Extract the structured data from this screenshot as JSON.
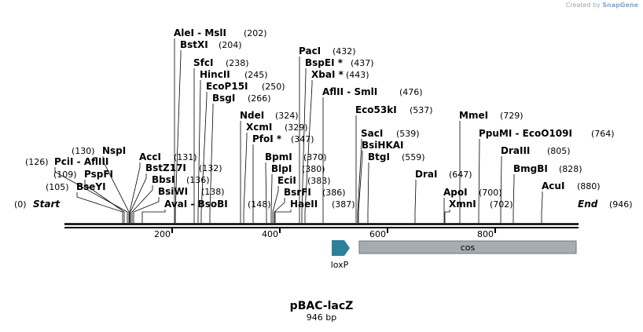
{
  "credit": {
    "prefix": "Created by",
    "logo_text": "SnapGene"
  },
  "plasmid": {
    "name": "pBAC-lacZ",
    "size_label": "946 bp"
  },
  "ends": {
    "start": {
      "label": "Start",
      "position": "(0)"
    },
    "end": {
      "label": "End",
      "position": "(946)"
    }
  },
  "ruler": {
    "ticks": [
      "200",
      "400",
      "600",
      "800"
    ]
  },
  "features": [
    {
      "name": "loxP",
      "kind": "arrow"
    },
    {
      "name": "cos",
      "kind": "box"
    }
  ],
  "sites": [
    {
      "name": "BseYI",
      "pos": "(105)"
    },
    {
      "name": "PspFI",
      "pos": "(109)"
    },
    {
      "name": "PciI - AflIII",
      "pos": "(126)"
    },
    {
      "name": "NspI",
      "pos": "(130)"
    },
    {
      "name": "AccI",
      "pos": "(131)"
    },
    {
      "name": "BstZ17I",
      "pos": "(132)"
    },
    {
      "name": "BbsI",
      "pos": "(136)"
    },
    {
      "name": "BsiWI",
      "pos": "(138)"
    },
    {
      "name": "AvaI - BsoBI",
      "pos": "(148)"
    },
    {
      "name": "AleI - MslI",
      "pos": "(202)"
    },
    {
      "name": "BstXI",
      "pos": "(204)"
    },
    {
      "name": "SfcI",
      "pos": "(238)"
    },
    {
      "name": "HincII",
      "pos": "(245)"
    },
    {
      "name": "EcoP15I",
      "pos": "(250)"
    },
    {
      "name": "BsgI",
      "pos": "(266)"
    },
    {
      "name": "NdeI",
      "pos": "(324)"
    },
    {
      "name": "XcmI",
      "pos": "(329)"
    },
    {
      "name": "PfoI *",
      "pos": "(347)"
    },
    {
      "name": "BpmI",
      "pos": "(370)"
    },
    {
      "name": "BlpI",
      "pos": "(380)"
    },
    {
      "name": "EciI",
      "pos": "(383)"
    },
    {
      "name": "BsrFI",
      "pos": "(386)"
    },
    {
      "name": "HaeII",
      "pos": "(387)"
    },
    {
      "name": "PacI",
      "pos": "(432)"
    },
    {
      "name": "BspEI *",
      "pos": "(437)"
    },
    {
      "name": "XbaI *",
      "pos": "(443)"
    },
    {
      "name": "AflII - SmlI",
      "pos": "(476)"
    },
    {
      "name": "Eco53kI",
      "pos": "(537)"
    },
    {
      "name": "SacI",
      "pos": "(539)"
    },
    {
      "name": "BsiHKAI",
      "pos": ""
    },
    {
      "name": "BtgI",
      "pos": "(559)"
    },
    {
      "name": "DraI",
      "pos": "(647)"
    },
    {
      "name": "ApoI",
      "pos": "(700)"
    },
    {
      "name": "XmnI",
      "pos": "(702)"
    },
    {
      "name": "MmeI",
      "pos": "(729)"
    },
    {
      "name": "PpuMI - EcoO109I",
      "pos": "(764)"
    },
    {
      "name": "DraIII",
      "pos": "(805)"
    },
    {
      "name": "BmgBI",
      "pos": "(828)"
    },
    {
      "name": "AcuI",
      "pos": "(880)"
    }
  ],
  "colors": {
    "loxP": "#2e7f9a",
    "cos_fill": "#a5adb3",
    "cos_stroke": "#6d767c",
    "line": "#000000"
  }
}
